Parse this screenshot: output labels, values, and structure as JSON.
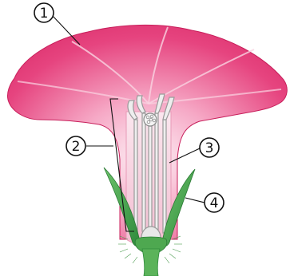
{
  "diagram": {
    "labels": [
      {
        "id": "part-1",
        "text": "1"
      },
      {
        "id": "part-2",
        "text": "2"
      },
      {
        "id": "part-3",
        "text": "3"
      },
      {
        "id": "part-4",
        "text": "4"
      }
    ]
  },
  "colors": {
    "petal_dark": "#e2306f",
    "petal_light": "#fbe3ec",
    "tube_inner": "#f6c8d8",
    "filament": "#b8b8b8",
    "filament_fill": "#eeeeee",
    "sepal_green": "#3fa048",
    "stem_green": "#5bb35a",
    "ovary": "#e8e8e8",
    "line": "#111111"
  }
}
